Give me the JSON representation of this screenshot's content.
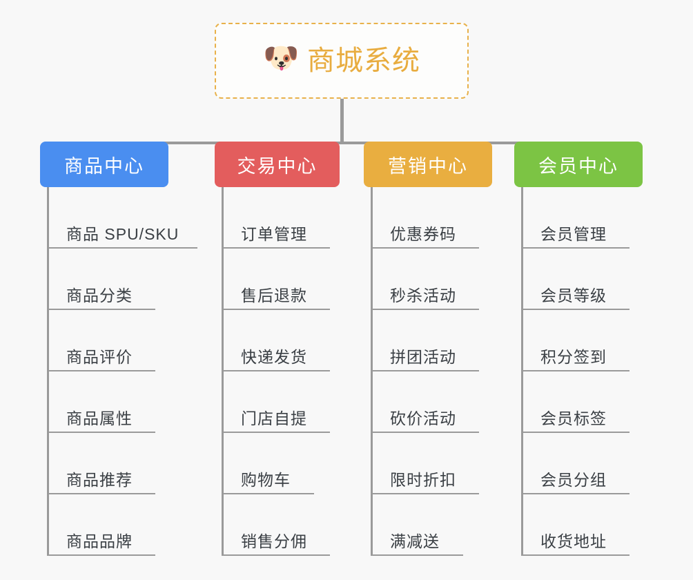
{
  "background_color": "#f8f8f8",
  "root": {
    "icon": "dog-face-emoji",
    "icon_glyph": "🐶",
    "title": "商城系统",
    "title_color": "#e8ac3f",
    "border_color": "#e8b14a"
  },
  "connector_color": "#9a9a9a",
  "columns": [
    {
      "id": "product-center",
      "label": "商品中心",
      "color": "#4a8ef0",
      "items": [
        "商品 SPU/SKU",
        "商品分类",
        "商品评价",
        "商品属性",
        "商品推荐",
        "商品品牌"
      ]
    },
    {
      "id": "trade-center",
      "label": "交易中心",
      "color": "#e35d5d",
      "items": [
        "订单管理",
        "售后退款",
        "快递发货",
        "门店自提",
        "购物车",
        "销售分佣"
      ]
    },
    {
      "id": "marketing-center",
      "label": "营销中心",
      "color": "#e9ae40",
      "items": [
        "优惠券码",
        "秒杀活动",
        "拼团活动",
        "砍价活动",
        "限时折扣",
        "满减送"
      ]
    },
    {
      "id": "member-center",
      "label": "会员中心",
      "color": "#7cc444",
      "items": [
        "会员管理",
        "会员等级",
        "积分签到",
        "会员标签",
        "会员分组",
        "收货地址"
      ]
    }
  ]
}
